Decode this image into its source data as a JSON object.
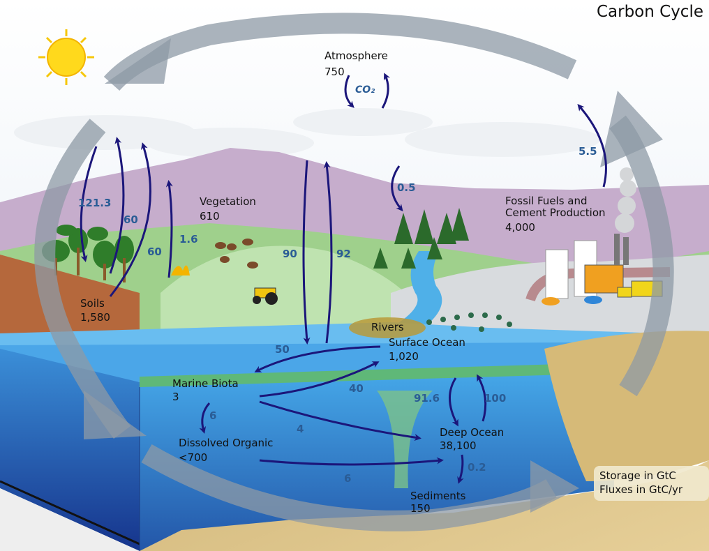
{
  "title": "Carbon Cycle",
  "stores": {
    "atmosphere": {
      "name": "Atmosphere",
      "value": "750"
    },
    "co2": "CO₂",
    "vegetation": {
      "name": "Vegetation",
      "value": "610"
    },
    "fossil": {
      "name": "Fossil Fuels and\nCement Production",
      "value": "4,000"
    },
    "soils": {
      "name": "Soils",
      "value": "1,580"
    },
    "rivers": {
      "name": "Rivers"
    },
    "surface_ocean": {
      "name": "Surface Ocean",
      "value": "1,020"
    },
    "marine_biota": {
      "name": "Marine Biota",
      "value": "3"
    },
    "dissolved_organic": {
      "name": "Dissolved Organic",
      "value": "<700"
    },
    "deep_ocean": {
      "name": "Deep Ocean",
      "value": "38,100"
    },
    "sediments": {
      "name": "Sediments",
      "value": "150"
    }
  },
  "fluxes": {
    "soil_resp": "121.3",
    "photo_up": "60",
    "plant_resp": "60",
    "fire": "1.6",
    "ocean_down": "90",
    "ocean_up": "92",
    "land_sink": "0.5",
    "fossil_emit": "5.5",
    "surface_to_biota": "50",
    "biota_to_surface": "40",
    "biota_to_dissolved": "6",
    "biota_to_deep": "4",
    "dissolved_to_deep": "6",
    "surface_to_deep": "91.6",
    "deep_to_surface": "100",
    "deep_to_sediments": "0.2"
  },
  "legend": {
    "storage": "Storage in GtC",
    "fluxes": "Fluxes in GtC/yr"
  },
  "colors": {
    "arrow": "#1b167a",
    "flux_text": "#2a5c95",
    "cycle_arrow": "#8e9aa6",
    "mountain": "#c2a8c8",
    "ocean": "#3f9be0",
    "deep_ocean": "#2b66b8",
    "sand": "#d9bf80",
    "grass": "#86c77a",
    "sky": "#ffffff"
  }
}
